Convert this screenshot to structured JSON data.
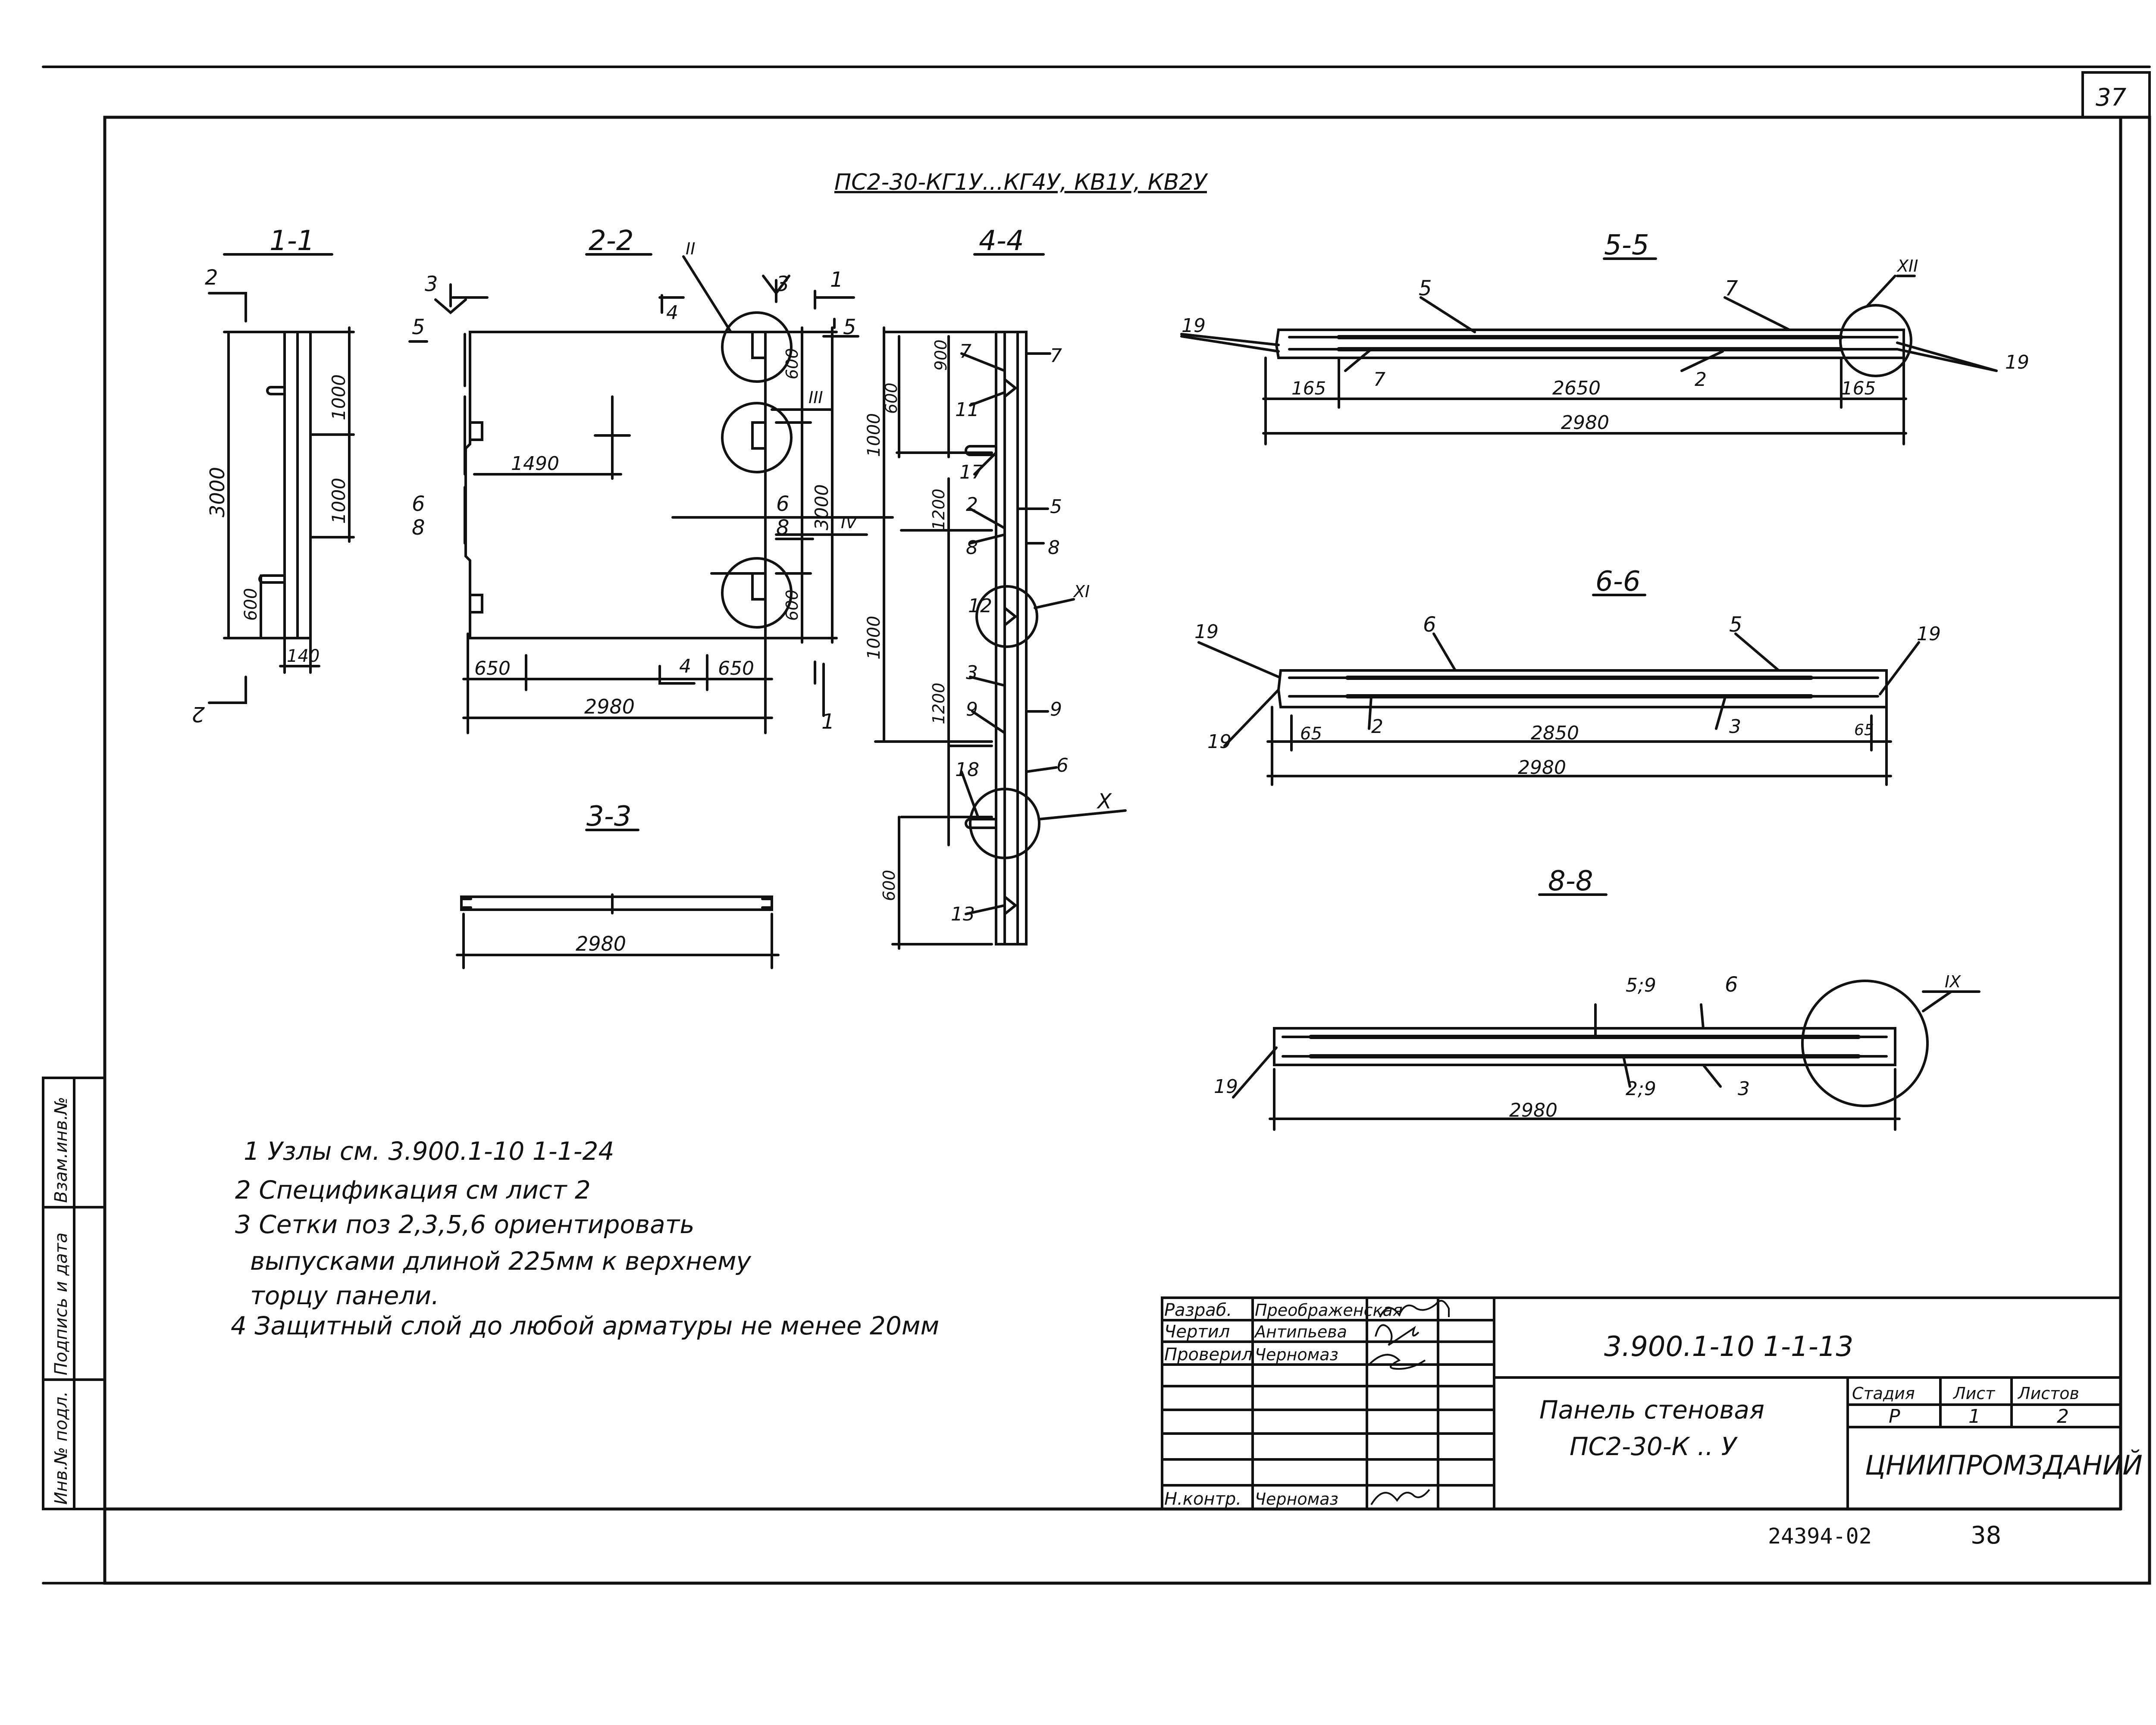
{
  "sheet_corner_number": "37",
  "title": "ПС2-30-КГ1У...КГ4У, КВ1У, КВ2У",
  "section_labels": {
    "s1": "1-1",
    "s2": "2-2",
    "s3": "3-3",
    "s4": "4-4",
    "s5": "5-5",
    "s6": "6-6",
    "s8": "8-8"
  },
  "view_1_1": {
    "dims": [
      "1000",
      "1000",
      "3000",
      "600",
      "140"
    ],
    "cut": "2"
  },
  "view_2_2": {
    "dims": [
      "1490",
      "650",
      "650",
      "2980",
      "600",
      "3000",
      "600"
    ],
    "nodes": [
      "II",
      "III",
      "IV"
    ],
    "cut_marks": [
      "3",
      "3",
      "4",
      "4",
      "1",
      "1",
      "5",
      "6",
      "8"
    ]
  },
  "view_3_3": {
    "dims": [
      "2980"
    ]
  },
  "view_4_4": {
    "dims": [
      "900",
      "600",
      "1000",
      "1200",
      "1000",
      "1200",
      "600"
    ],
    "positions": [
      "7",
      "7",
      "11",
      "17",
      "2",
      "5",
      "8",
      "8",
      "12",
      "3",
      "9",
      "9",
      "18",
      "6",
      "13"
    ],
    "nodes": [
      "XI",
      "X"
    ]
  },
  "view_5_5": {
    "dims": [
      "165",
      "2650",
      "165",
      "2980"
    ],
    "positions": [
      "19",
      "5",
      "7",
      "7",
      "2",
      "19"
    ],
    "node": "XII"
  },
  "view_6_6": {
    "dims": [
      "65",
      "2850",
      "65",
      "2980"
    ],
    "positions": [
      "19",
      "6",
      "5",
      "19",
      "19",
      "2",
      "3"
    ]
  },
  "view_8_8": {
    "dims": [
      "2980"
    ],
    "positions": [
      "5;9",
      "6",
      "19",
      "2;9",
      "3"
    ],
    "node": "IX"
  },
  "notes": [
    "1 Узлы см. 3.900.1-10 1-1-24",
    "2 Спецификация см лист 2",
    "3 Сетки поз 2,3,5,6 ориентировать",
    "выпусками длиной 225мм к верхнему",
    "торцу панели.",
    "4 Защитный слой до любой арматуры не менее 20мм"
  ],
  "side_stamp": [
    "Взам.инв.№",
    "Подпись и дата",
    "Инв.№ подл."
  ],
  "title_block": {
    "roles": [
      "Разраб.",
      "Чертил",
      "Проверил",
      "Н.контр."
    ],
    "names": [
      "Преображенская",
      "Антипьева",
      "Черномаз",
      "Черномаз"
    ],
    "doc_code": "3.900.1-10 1-1-13",
    "name_line1": "Панель стеновая",
    "name_line2": "ПС2-30-К .. У",
    "stage_header": "Стадия",
    "sheet_header": "Лист",
    "sheets_header": "Листов",
    "stage": "Р",
    "sheet": "1",
    "sheets": "2",
    "org": "ЦНИИПРОМЗДАНИЙ"
  },
  "footer_code": "24394-02",
  "page_number": "38"
}
